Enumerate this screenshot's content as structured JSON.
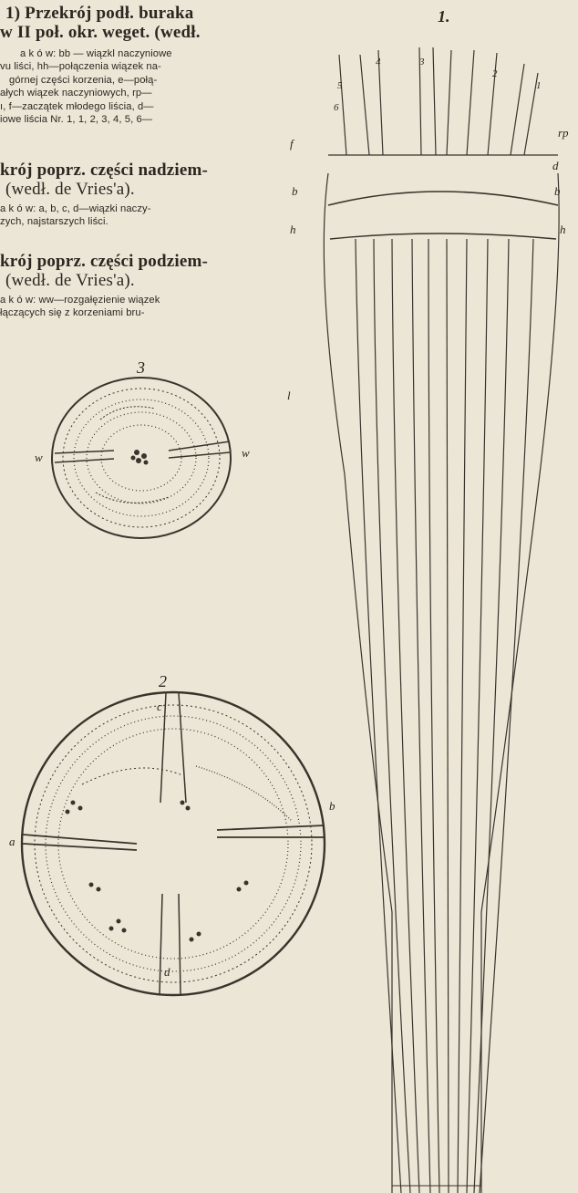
{
  "text_blocks": [
    {
      "id": "fig1-caption",
      "heading": [
        "1) Przekrój podł. buraka",
        "w II poł. okr. weget. (wedł."
      ],
      "legend": [
        "a k ó w: bb — wiązkl naczyniowe",
        "vu liści, hh—połączenia wiązek na-",
        "górnej części korzenia, e—połą-",
        "ałych wiązek naczyniowych, rp—",
        "ı, f—zaczątek młodego liścia, d—",
        "iowe liścia Nr. 1, 1, 2, 3, 4, 5, 6—"
      ]
    },
    {
      "id": "fig2-caption",
      "heading": [
        "krój poprz. części nadziem-",
        "(wedł. de Vries'a)."
      ],
      "legend": [
        "a k ó w: a, b, c, d—wiązki naczy-",
        "zych, najstarszych liści."
      ]
    },
    {
      "id": "fig3-caption",
      "heading": [
        "krój poprz. części podziem-",
        "(wedł. de Vries'a)."
      ],
      "legend": [
        "a k ó w: ww—rozgałęzienie wiązek",
        "łączących się z korzeniami bru-"
      ]
    }
  ],
  "figures": {
    "fig1": {
      "number": "1.",
      "labels": {
        "f": "f",
        "rp": "rp",
        "d": "d",
        "b_left": "b",
        "b_right": "b",
        "h_left": "h",
        "h_right": "h",
        "l": "l"
      },
      "leaf_numbers": [
        "6",
        "5",
        "4",
        "3",
        "2",
        "1"
      ]
    },
    "fig3": {
      "number": "3",
      "labels": {
        "w_left": "w",
        "w_right": "w"
      }
    },
    "fig2": {
      "number": "2",
      "labels": {
        "a": "a",
        "b": "b",
        "c": "c",
        "d": "d"
      }
    }
  }
}
